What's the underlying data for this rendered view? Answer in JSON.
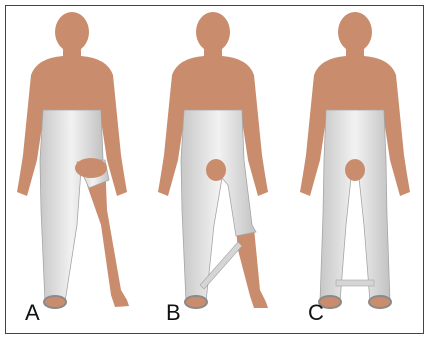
{
  "panels": [
    {
      "label": "A",
      "cast": "single-hip-spica-one-leg"
    },
    {
      "label": "B",
      "cast": "one-and-half-hip-spica"
    },
    {
      "label": "C",
      "cast": "double-hip-spica-with-bar"
    }
  ],
  "colors": {
    "skin": "#c98c6c",
    "cast": "#e6e6e6",
    "cast_edge": "#a5a5a5",
    "frame": "#444444"
  }
}
